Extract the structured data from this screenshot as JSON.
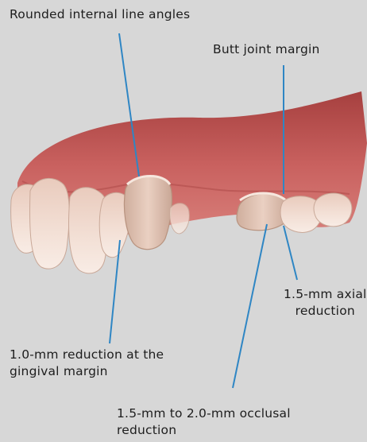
{
  "labels": {
    "rounded_angles": "Rounded internal line angles",
    "butt_joint": "Butt joint margin",
    "axial_line1": "1.5-mm axial",
    "axial_line2": "reduction",
    "gingival_line1": "1.0-mm reduction at the",
    "gingival_line2": "gingival margin",
    "occlusal_line1": "1.5-mm to 2.0-mm occlusal",
    "occlusal_line2": "reduction"
  },
  "colors": {
    "background": "#d7d7d7",
    "gum": "#c9615f",
    "tooth": "#f2ddd2",
    "leader_line": "#2f86c4",
    "text": "#1d1d1d"
  }
}
